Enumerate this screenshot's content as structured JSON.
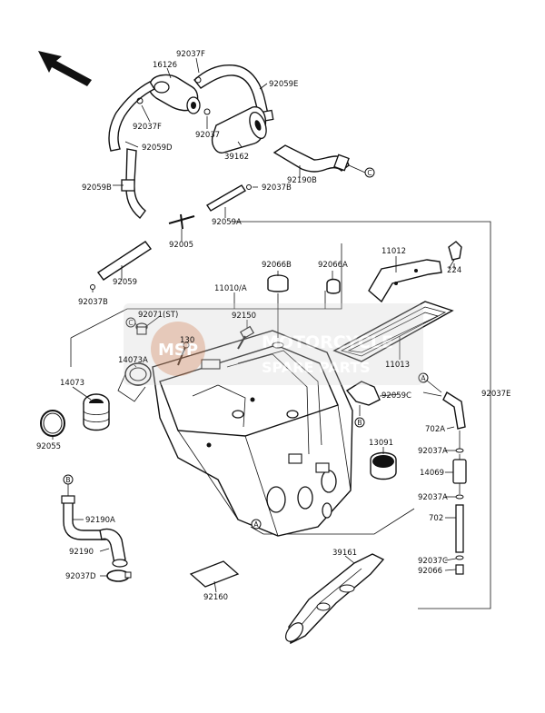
{
  "labels": {
    "p92037F_top": "92037F",
    "p16126": "16126",
    "p92059E": "92059E",
    "p92037F_left": "92037F",
    "p92037_mid": "92037",
    "p92059D": "92059D",
    "p39162": "39162",
    "p92059B": "92059B",
    "p92190B": "92190B",
    "p92037B_mid": "92037B",
    "p92059A": "92059A",
    "p92005": "92005",
    "p92059": "92059",
    "p92037B_left": "92037B",
    "p92066B": "92066B",
    "p92066A": "92066A",
    "p11012": "11012",
    "p224": "224",
    "p11010A": "11010/A",
    "p92071ST": "92071(ST)",
    "p92150": "92150",
    "p130": "130",
    "p14073A": "14073A",
    "p11013": "11013",
    "p14073": "14073",
    "p92037E": "92037E",
    "p92059C": "92059C",
    "p702A": "702A",
    "p92055": "92055",
    "p13091": "13091",
    "p92037A_1": "92037A",
    "p14069": "14069",
    "p92037A_2": "92037A",
    "p92190A": "92190A",
    "p702": "702",
    "p92190": "92190",
    "p39161": "39161",
    "p92037C": "92037C",
    "p92066": "92066",
    "p92037D": "92037D",
    "p92160": "92160"
  },
  "callouts": {
    "c_right": "C",
    "c_left": "C",
    "b_mid": "B",
    "b_left": "B",
    "a_right": "A",
    "a_bottom": "A"
  },
  "watermark": {
    "badge": "MSP",
    "title": "MOTORCYCLE",
    "subtitle": "SPARE PARTS"
  }
}
